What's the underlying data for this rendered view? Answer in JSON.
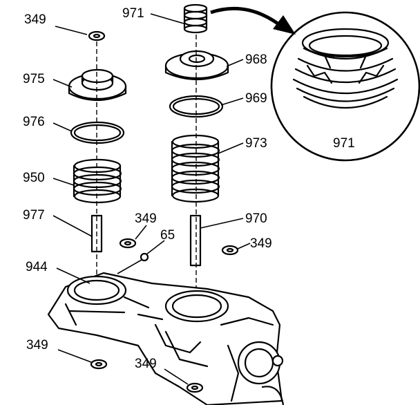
{
  "callouts": {
    "c349_top": "349",
    "c971": "971",
    "c968": "968",
    "c975": "975",
    "c969": "969",
    "c976": "976",
    "c973": "973",
    "c950": "950",
    "c977": "977",
    "c349_mid": "349",
    "c970": "970",
    "c65": "65",
    "c349_right": "349",
    "c944": "944",
    "c349_bl": "349",
    "c349_bm": "349",
    "c971_zoom": "971"
  }
}
